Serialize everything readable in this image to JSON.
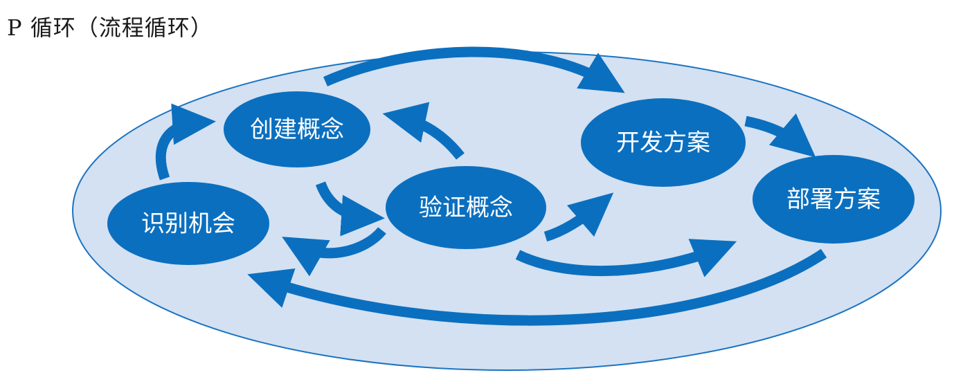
{
  "title": "P 循环（流程循环）",
  "colors": {
    "background_ellipse_fill": "#d3e1f2",
    "background_ellipse_stroke": "#1b73c2",
    "node_fill": "#0b6fbf",
    "arrow": "#0b6fbf",
    "node_text": "#ffffff"
  },
  "nodes": {
    "identify": {
      "label": "识别机会"
    },
    "create": {
      "label": "创建概念"
    },
    "validate": {
      "label": "验证概念"
    },
    "develop": {
      "label": "开发方案"
    },
    "deploy": {
      "label": "部署方案"
    }
  },
  "edges": [
    {
      "from": "identify",
      "to": "create"
    },
    {
      "from": "create",
      "to": "validate"
    },
    {
      "from": "validate",
      "to": "create"
    },
    {
      "from": "validate",
      "to": "identify"
    },
    {
      "from": "create",
      "to": "develop"
    },
    {
      "from": "validate",
      "to": "develop"
    },
    {
      "from": "validate",
      "to": "deploy"
    },
    {
      "from": "develop",
      "to": "deploy"
    },
    {
      "from": "deploy",
      "to": "identify"
    }
  ]
}
